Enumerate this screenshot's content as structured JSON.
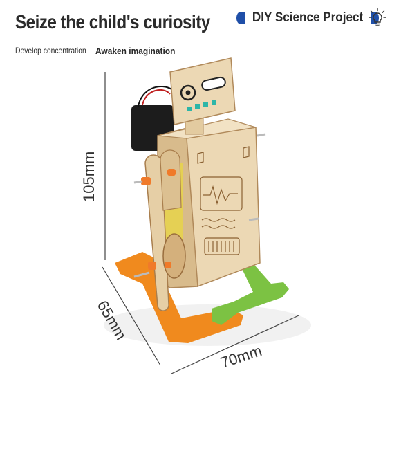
{
  "headline": "Seize the child's curiosity",
  "badge": {
    "label": "DIY Science Project",
    "accent": "#1f4fa8"
  },
  "taglines": [
    "Develop concentration",
    "Awaken imagination"
  ],
  "dimensions": {
    "height": "105mm",
    "depth": "65mm",
    "width": "70mm"
  },
  "icons": [
    "lightbulb-icon"
  ],
  "colors": {
    "wood": "#e6cfa6",
    "orange_foot": "#f08a1e",
    "green_foot": "#7cc243",
    "display": "#2db6a8"
  }
}
